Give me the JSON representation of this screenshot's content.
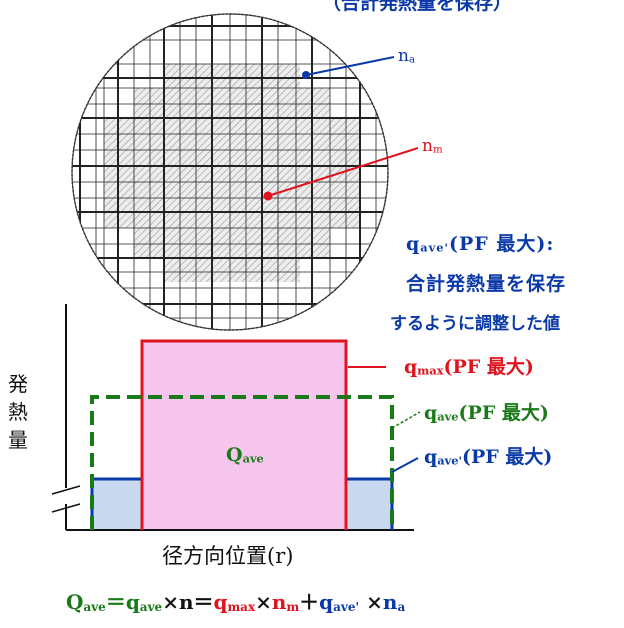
{
  "header_note": "（合計発熱量を保存）",
  "core_labels": {
    "na": "n",
    "na_sub": "a",
    "nm": "n",
    "nm_sub": "m"
  },
  "annotation": {
    "line1_q": "q",
    "line1_sub": "ave'",
    "line1_rest": "(PF 最大):",
    "line2": "合計発熱量を保存",
    "line3": "するように調整した値"
  },
  "legend": {
    "qmax_q": "q",
    "qmax_sub": "max",
    "qmax_rest": "(PF 最大)",
    "qave_q": "q",
    "qave_sub": "ave",
    "qave_rest": "(PF 最大)",
    "qavep_q": "q",
    "qavep_sub": "ave'",
    "qavep_rest": "(PF 最大)"
  },
  "region_label": {
    "q": "Q",
    "sub": "ave"
  },
  "y_axis_label": [
    "発",
    "熱",
    "量"
  ],
  "x_axis_label": "径方向位置(r)",
  "formula": {
    "p1": "Q",
    "p1s": "ave",
    "eq1": "＝",
    "p2": "q",
    "p2s": "ave",
    "x1": "×n＝",
    "p3": "q",
    "p3s": "max",
    "x2": "×",
    "p4": "n",
    "p4s": "m",
    "plus": "＋",
    "p5": "q",
    "p5s": "ave'",
    "x3": " ×",
    "p6": "n",
    "p6s": "a"
  },
  "colors": {
    "blue": "#0b3aa8",
    "red": "#e0141e",
    "green": "#1a7a1a",
    "pink": "#f7c6ef",
    "lightblue": "#c7d8ef"
  }
}
